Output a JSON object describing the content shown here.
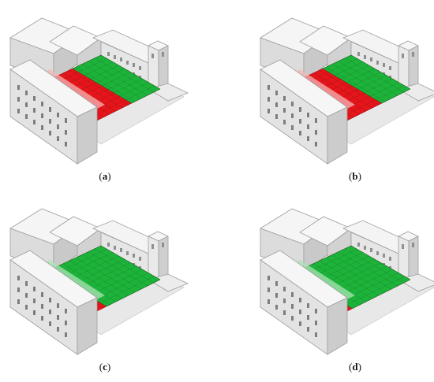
{
  "panels": [
    {
      "id": "a",
      "caption_open": "(",
      "caption_letter": "a",
      "caption_close": ")",
      "green_fraction": 0.45
    },
    {
      "id": "b",
      "caption_open": "(",
      "caption_letter": "b",
      "caption_close": ")",
      "green_fraction": 0.45
    },
    {
      "id": "c",
      "caption_open": "(",
      "caption_letter": "c",
      "caption_close": ")",
      "green_fraction": 0.85
    },
    {
      "id": "d",
      "caption_open": "(",
      "caption_letter": "d",
      "caption_close": ")",
      "green_fraction": 0.92
    }
  ],
  "colors": {
    "red": "#e4151b",
    "green": "#1db33a",
    "building": "#f2f2f2",
    "building_shade": "#d9d9d9",
    "building_dark": "#bdbdbd",
    "overlay_red": "#f7b4b4",
    "overlay_green": "#a9e4b4"
  }
}
